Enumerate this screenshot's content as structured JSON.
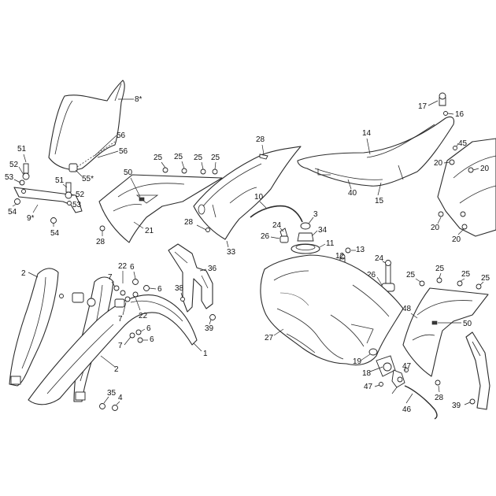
{
  "callouts": {
    "c1": "1",
    "c2a": "2",
    "c2b": "2",
    "c3": "3",
    "c4": "4",
    "c6a": "6",
    "c6b": "6",
    "c6c": "6",
    "c6d": "6",
    "c7a": "7",
    "c7b": "7",
    "c7c": "7",
    "c8": "8*",
    "c9": "9*",
    "c10": "10",
    "c11": "11",
    "c12": "12",
    "c13": "13",
    "c14": "14",
    "c15": "15",
    "c16": "16",
    "c17": "17",
    "c18": "18",
    "c19": "19",
    "c20a": "20",
    "c20b": "20",
    "c20c": "20",
    "c20d": "20",
    "c21": "21",
    "c22a": "22",
    "c22b": "22",
    "c24a": "24",
    "c24b": "24",
    "c25a": "25",
    "c25b": "25",
    "c25c": "25",
    "c25d": "25",
    "c25e": "25",
    "c25f": "25",
    "c25g": "25",
    "c25h": "25",
    "c26a": "26",
    "c26b": "26",
    "c27": "27",
    "c28a": "28",
    "c28b": "28",
    "c28c": "28",
    "c28d": "28",
    "c33": "33",
    "c34": "34",
    "c35": "35",
    "c36": "36",
    "c38": "38",
    "c39a": "39",
    "c39b": "39",
    "c40": "40",
    "c45": "45",
    "c46": "46",
    "c47a": "47",
    "c47b": "47",
    "c48": "48",
    "c50a": "50",
    "c50b": "50",
    "c51a": "51",
    "c51b": "51",
    "c52a": "52",
    "c52b": "52",
    "c53a": "53",
    "c53b": "53",
    "c54a": "54",
    "c54b": "54",
    "c55": "55*",
    "c56a": "56",
    "c56b": "56"
  }
}
